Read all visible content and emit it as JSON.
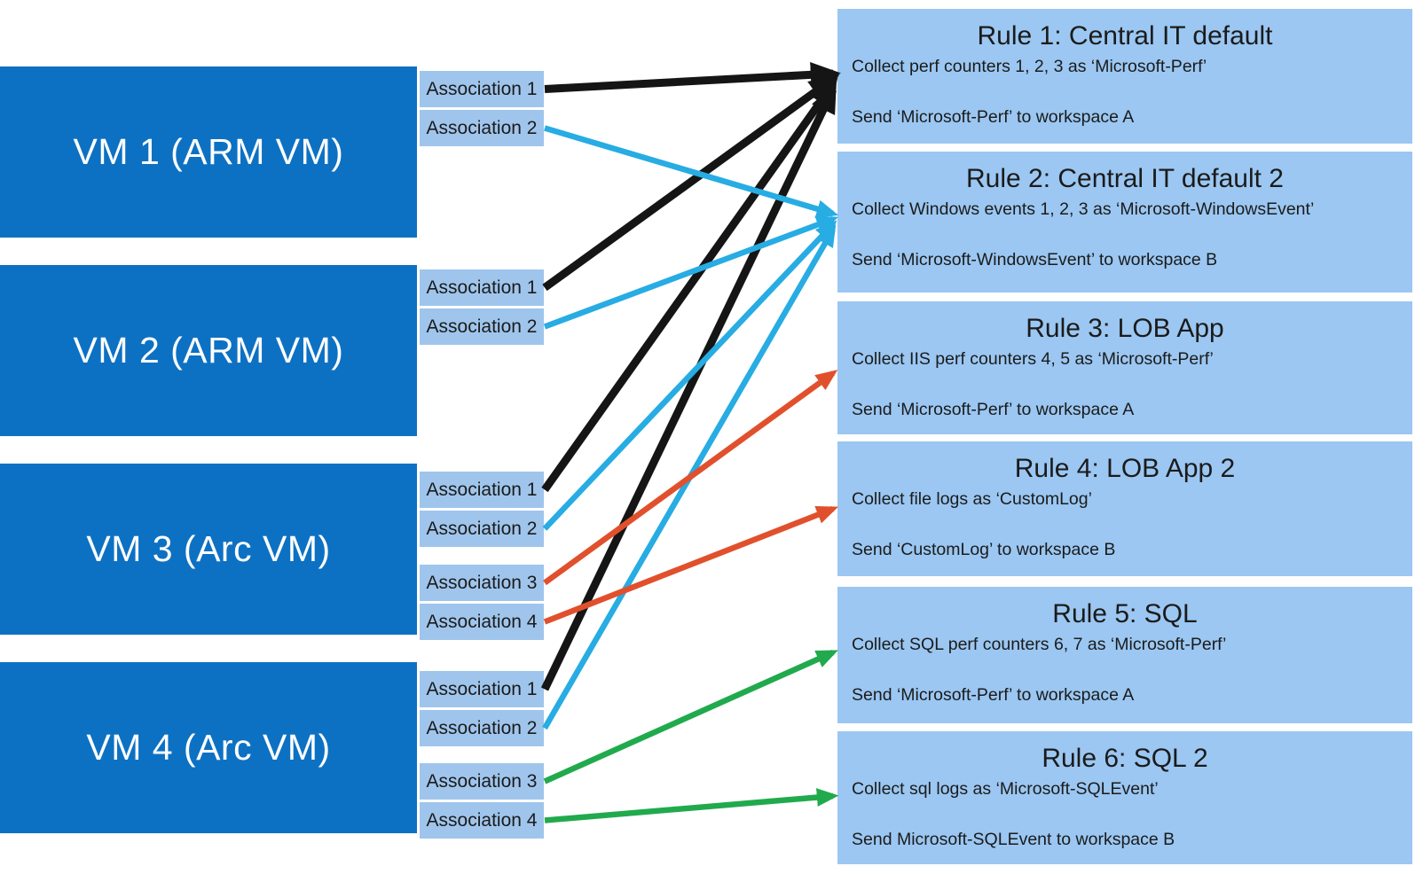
{
  "colors": {
    "vm_box_fill": "#0d71c3",
    "vm_box_text": "#ffffff",
    "association_fill": "#9fc5ec",
    "association_text": "#1b1b1b",
    "rule_fill": "#9bc7f2",
    "rule_text": "#1b1b1b",
    "arrow_black": "#151515",
    "arrow_blue": "#27ace3",
    "arrow_red": "#e1502d",
    "arrow_green": "#21aa4d"
  },
  "vms": [
    {
      "id": "vm1",
      "label": "VM 1 (ARM VM)",
      "associations": [
        {
          "id": "vm1-1",
          "label": "Association 1"
        },
        {
          "id": "vm1-2",
          "label": "Association 2"
        }
      ]
    },
    {
      "id": "vm2",
      "label": "VM 2 (ARM VM)",
      "associations": [
        {
          "id": "vm2-1",
          "label": "Association 1"
        },
        {
          "id": "vm2-2",
          "label": "Association 2"
        }
      ]
    },
    {
      "id": "vm3",
      "label": "VM 3 (Arc VM)",
      "associations": [
        {
          "id": "vm3-1",
          "label": "Association 1"
        },
        {
          "id": "vm3-2",
          "label": "Association 2"
        },
        {
          "id": "vm3-3",
          "label": "Association 3"
        },
        {
          "id": "vm3-4",
          "label": "Association 4"
        }
      ]
    },
    {
      "id": "vm4",
      "label": "VM 4 (Arc VM)",
      "associations": [
        {
          "id": "vm4-1",
          "label": "Association 1"
        },
        {
          "id": "vm4-2",
          "label": "Association 2"
        },
        {
          "id": "vm4-3",
          "label": "Association 3"
        },
        {
          "id": "vm4-4",
          "label": "Association 4"
        }
      ]
    }
  ],
  "rules": [
    {
      "id": "rule-1",
      "title": "Rule 1: Central IT default",
      "collect": "Collect perf counters 1, 2, 3 as ‘Microsoft-Perf’",
      "send": "Send ‘Microsoft-Perf’ to workspace A"
    },
    {
      "id": "rule-2",
      "title": "Rule 2: Central IT default 2",
      "collect": "Collect Windows events 1, 2, 3 as ‘Microsoft-WindowsEvent’",
      "send": "Send ‘Microsoft-WindowsEvent’ to workspace B"
    },
    {
      "id": "rule-3",
      "title": "Rule 3: LOB App",
      "collect": "Collect IIS perf counters 4, 5 as ‘Microsoft-Perf’",
      "send": "Send ‘Microsoft-Perf’ to workspace A"
    },
    {
      "id": "rule-4",
      "title": "Rule 4: LOB App 2",
      "collect": "Collect file logs as ‘CustomLog’",
      "send": "Send ‘CustomLog’ to workspace B"
    },
    {
      "id": "rule-5",
      "title": "Rule 5: SQL",
      "collect": "Collect SQL perf counters 6, 7 as ‘Microsoft-Perf’",
      "send": "Send ‘Microsoft-Perf’ to workspace A"
    },
    {
      "id": "rule-6",
      "title": "Rule 6: SQL 2",
      "collect": "Collect sql logs as ‘Microsoft-SQLEvent’",
      "send": "Send Microsoft-SQLEvent to workspace B"
    }
  ],
  "connections": [
    {
      "from": "VM 1 Association 1",
      "from_id": "vm1-1",
      "to": "Rule 1: Central IT default",
      "to_id": "rule-1",
      "color": "black"
    },
    {
      "from": "VM 2 Association 1",
      "from_id": "vm2-1",
      "to": "Rule 1: Central IT default",
      "to_id": "rule-1",
      "color": "black"
    },
    {
      "from": "VM 3 Association 1",
      "from_id": "vm3-1",
      "to": "Rule 1: Central IT default",
      "to_id": "rule-1",
      "color": "black"
    },
    {
      "from": "VM 4 Association 1",
      "from_id": "vm4-1",
      "to": "Rule 1: Central IT default",
      "to_id": "rule-1",
      "color": "black"
    },
    {
      "from": "VM 1 Association 2",
      "from_id": "vm1-2",
      "to": "Rule 2: Central IT default 2",
      "to_id": "rule-2",
      "color": "blue"
    },
    {
      "from": "VM 2 Association 2",
      "from_id": "vm2-2",
      "to": "Rule 2: Central IT default 2",
      "to_id": "rule-2",
      "color": "blue"
    },
    {
      "from": "VM 3 Association 2",
      "from_id": "vm3-2",
      "to": "Rule 2: Central IT default 2",
      "to_id": "rule-2",
      "color": "blue"
    },
    {
      "from": "VM 4 Association 2",
      "from_id": "vm4-2",
      "to": "Rule 2: Central IT default 2",
      "to_id": "rule-2",
      "color": "blue"
    },
    {
      "from": "VM 3 Association 3",
      "from_id": "vm3-3",
      "to": "Rule 3: LOB App",
      "to_id": "rule-3",
      "color": "red"
    },
    {
      "from": "VM 3 Association 4",
      "from_id": "vm3-4",
      "to": "Rule 4: LOB App 2",
      "to_id": "rule-4",
      "color": "red"
    },
    {
      "from": "VM 4 Association 3",
      "from_id": "vm4-3",
      "to": "Rule 5: SQL",
      "to_id": "rule-5",
      "color": "green"
    },
    {
      "from": "VM 4 Association 4",
      "from_id": "vm4-4",
      "to": "Rule 6: SQL 2",
      "to_id": "rule-6",
      "color": "green"
    }
  ]
}
